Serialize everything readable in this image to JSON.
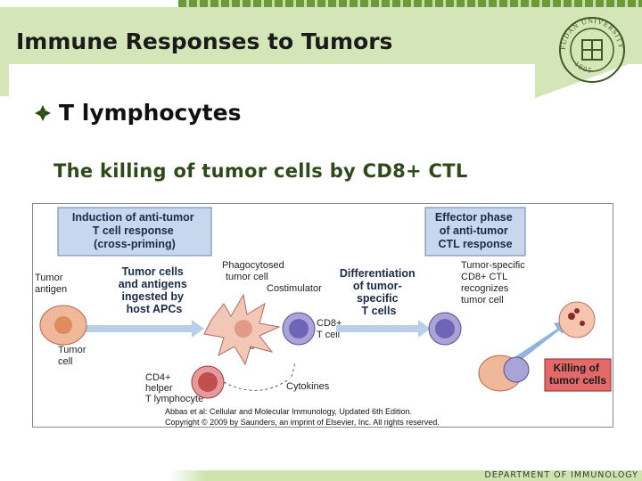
{
  "header": {
    "title": "Immune Responses to Tumors"
  },
  "bullet": {
    "text": "T lymphocytes"
  },
  "subtitle": "The killing of tumor cells by CD8+ CTL",
  "figure": {
    "box_induction": [
      "Induction of anti-tumor",
      "T cell response",
      "(cross-priming)"
    ],
    "box_effector": [
      "Effector phase",
      "of anti-tumor",
      "CTL response"
    ],
    "tumor_antigen": [
      "Tumor",
      "antigen"
    ],
    "tumor_cell": [
      "Tumor",
      "cell"
    ],
    "tumor_cells_ingested": [
      "Tumor cells",
      "and antigens",
      "ingested by",
      "host APCs"
    ],
    "phagocytosed": [
      "Phagocytosed",
      "tumor cell"
    ],
    "costimulator": "Costimulator",
    "differentiation": [
      "Differentiation",
      "of tumor-",
      "specific",
      "T cells"
    ],
    "tumor_specific_ctl": [
      "Tumor-specific",
      "CD8+ CTL",
      "recognizes",
      "tumor cell"
    ],
    "cd8_tcell": [
      "CD8+",
      "T cell"
    ],
    "apc": "APC",
    "cd4_helper": [
      "CD4+",
      "helper",
      "T lymphocyte"
    ],
    "cytokines": "Cytokines",
    "killing": [
      "Killing of",
      "tumor cells"
    ],
    "citation": "Abbas et al: Cellular and Molecular Immunology, Updated 6th Edition.",
    "copyright": "Copyright © 2009 by Saunders, an imprint of Elsevier, Inc. All rights reserved."
  },
  "footer": {
    "text": "DEPARTMENT OF IMMUNOLOGY"
  },
  "seal": {
    "top_text": "FUDAN UNIVERSITY",
    "year": "1905"
  },
  "colors": {
    "header_band": "#d4e6b8",
    "stripes": "#6b9a3a",
    "box_fill": "#c7d7ee",
    "killing_box": "#e46a6a",
    "arrow": "#8fb4e0"
  }
}
